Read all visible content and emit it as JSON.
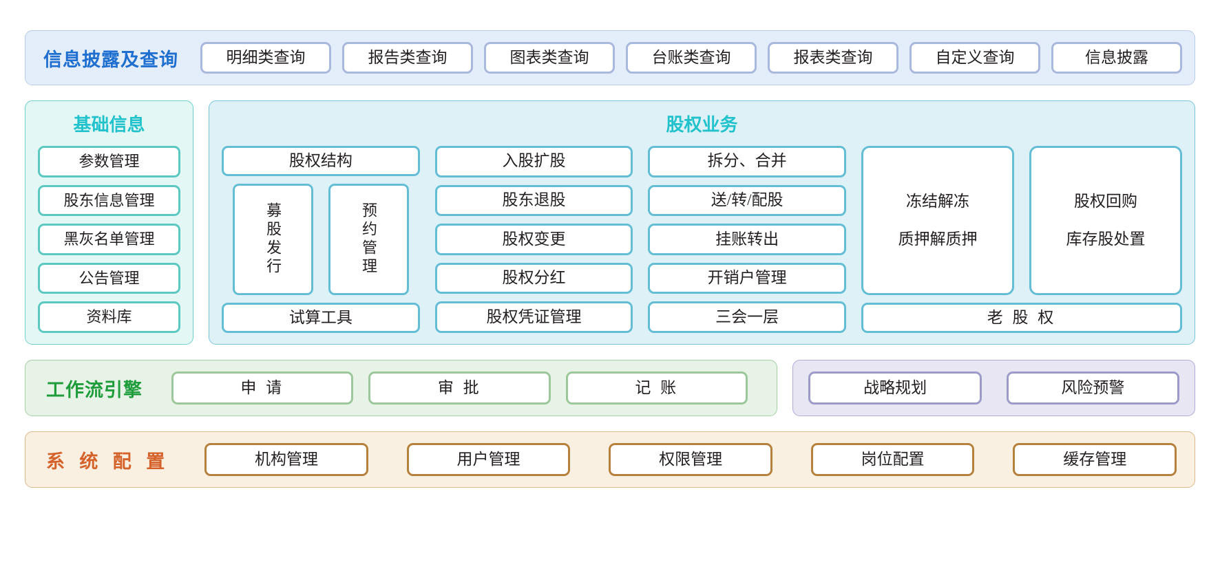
{
  "disclosure": {
    "title": "信息披露及查询",
    "accent": "#1f6fd0",
    "band_bg": "#e4edfa",
    "tiles": [
      "明细类查询",
      "报告类查询",
      "图表类查询",
      "台账类查询",
      "报表类查询",
      "自定义查询",
      "信息披露"
    ]
  },
  "basic_info": {
    "title": "基础信息",
    "accent": "#21c2cc",
    "band_bg": "#e3f7f5",
    "items": [
      "参数管理",
      "股东信息管理",
      "黑灰名单管理",
      "公告管理",
      "资料库"
    ]
  },
  "equity_business": {
    "title": "股权业务",
    "accent": "#21c2cc",
    "band_bg": "#ddf1f7",
    "column1": {
      "top": "股权结构",
      "vertical": [
        "募股发行",
        "预约管理"
      ],
      "bottom": "试算工具"
    },
    "column2": {
      "items": [
        "入股扩股",
        "股东退股",
        "股权变更",
        "股权分红"
      ],
      "bottom": "股权凭证管理"
    },
    "column3": {
      "items": [
        "拆分、合并",
        "送/转/配股",
        "挂账转出",
        "开销户管理"
      ],
      "bottom": "三会一层"
    },
    "column4": {
      "tall_tiles": [
        {
          "line1": "冻结解冻",
          "line2": "质押解质押"
        },
        {
          "line1": "股权回购",
          "line2": "库存股处置"
        }
      ],
      "bottom": "老 股 权"
    }
  },
  "workflow": {
    "title": "工作流引擎",
    "accent": "#1f9d3d",
    "band_bg": "#e7f3e6",
    "tiles": [
      "申 请",
      "审 批",
      "记 账"
    ]
  },
  "strategy": {
    "band_bg": "#e8e6f3",
    "tiles": [
      "战略规划",
      "风险预警"
    ]
  },
  "system_config": {
    "title": "系 统 配 置",
    "accent": "#d4622a",
    "band_bg": "#faf0e1",
    "tiles": [
      "机构管理",
      "用户管理",
      "权限管理",
      "岗位配置",
      "缓存管理"
    ]
  }
}
